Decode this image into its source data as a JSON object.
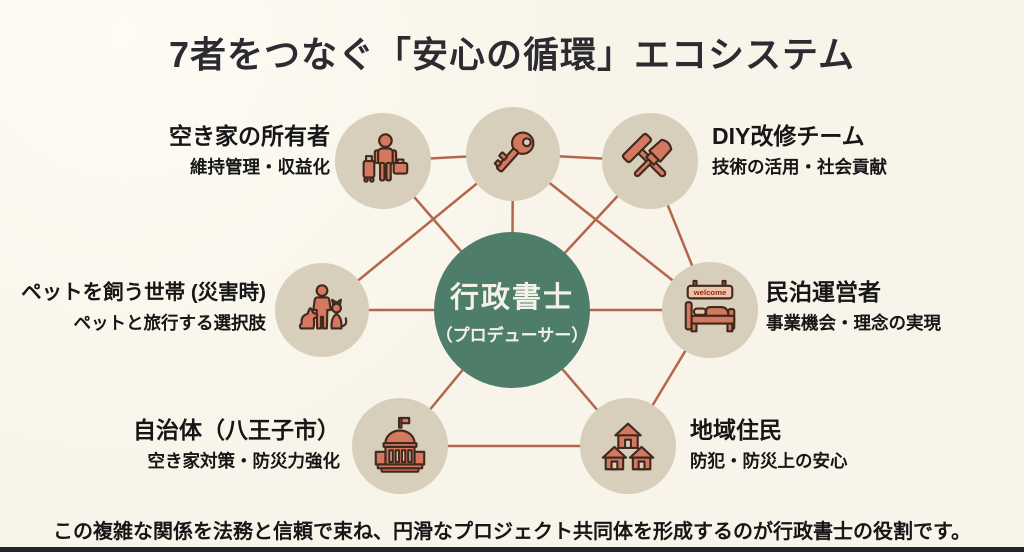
{
  "title": "7者をつなぐ「安心の循環」エコシステム",
  "caption": "この複雑な関係を法務と信頼で束ね、円滑なプロジェクト共同体を形成するのが行政書士の役割です。",
  "center": {
    "label": "行政書士",
    "sublabel": "（プロデューサー）"
  },
  "nodes": [
    {
      "id": "owner",
      "label": "空き家の所有者",
      "sublabel": "維持管理・収益化",
      "icon": "traveler-icon"
    },
    {
      "id": "key",
      "label": "",
      "sublabel": "",
      "icon": "key-icon"
    },
    {
      "id": "diy",
      "label": "DIY改修チーム",
      "sublabel": "技術の活用・社会貢献",
      "icon": "hammer-brush-icon"
    },
    {
      "id": "pets",
      "label": "ペットを飼う世帯 (災害時)",
      "sublabel": "ペットと旅行する選択肢",
      "icon": "pet-owner-icon"
    },
    {
      "id": "minpaku",
      "label": "民泊運営者",
      "sublabel": "事業機会・理念の実現",
      "icon": "guesthouse-bed-icon",
      "sign_text": "welcome"
    },
    {
      "id": "city",
      "label": "自治体（八王子市）",
      "sublabel": "空き家対策・防災力強化",
      "icon": "city-hall-icon"
    },
    {
      "id": "residents",
      "label": "地域住民",
      "sublabel": "防犯・防災上の安心",
      "icon": "houses-icon"
    }
  ],
  "edges": [
    [
      "owner",
      "key"
    ],
    [
      "key",
      "diy"
    ],
    [
      "diy",
      "minpaku"
    ],
    [
      "minpaku",
      "residents"
    ],
    [
      "city",
      "residents"
    ],
    [
      "key",
      "pets"
    ],
    [
      "key",
      "minpaku"
    ],
    [
      "center",
      "owner"
    ],
    [
      "center",
      "key"
    ],
    [
      "center",
      "diy"
    ],
    [
      "center",
      "pets"
    ],
    [
      "center",
      "minpaku"
    ],
    [
      "center",
      "city"
    ],
    [
      "center",
      "residents"
    ]
  ],
  "colors": {
    "background": "#f8f4e9",
    "node-circle": "#d8cebc",
    "center-circle": "#4e7e6a",
    "line": "#b4664d",
    "icon-fill": "#d4785f",
    "icon-outline": "#40291d",
    "title": "#2b2b31",
    "text": "#161616",
    "center-text": "#f4f1e6",
    "footer": "#23232d",
    "sign-bg": "#eec3a8",
    "sign-text": "#8c2f1b",
    "pillow": "#eac4ae"
  }
}
